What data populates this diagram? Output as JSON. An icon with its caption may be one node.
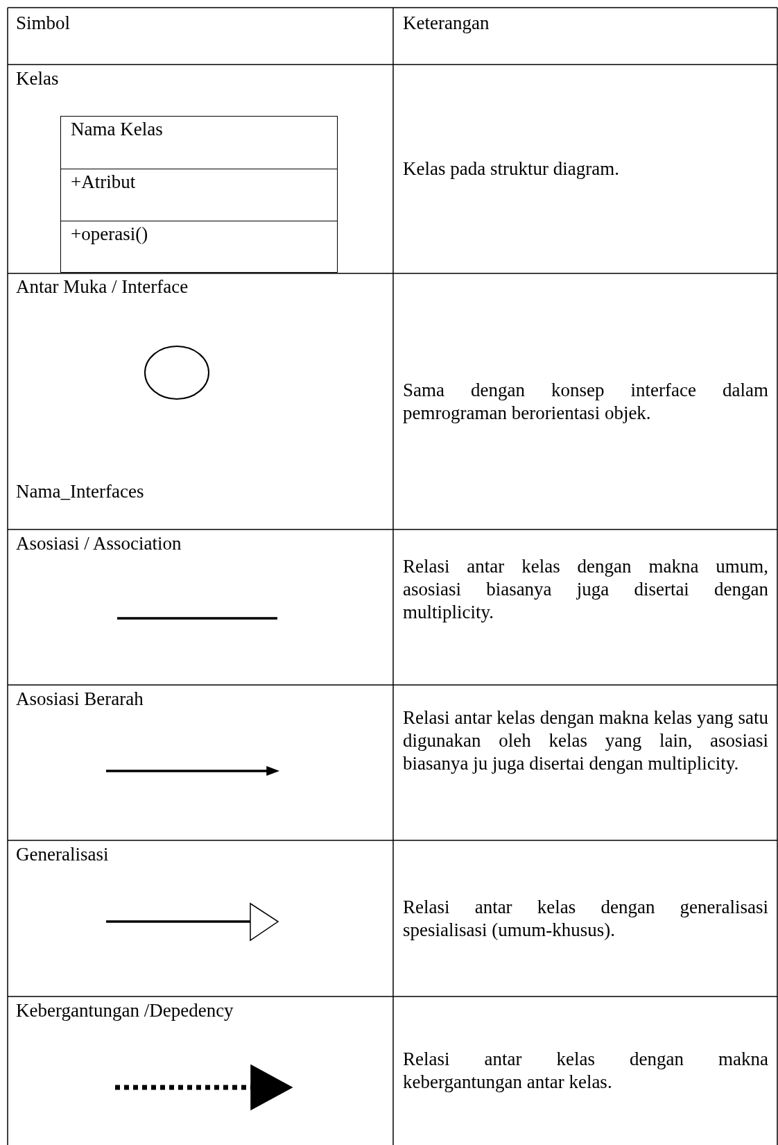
{
  "diagram": {
    "nodes": [
      {
        "text": [
          "Nama Kelas",
          "+Atribut",
          "+operasi()"
        ]
      },
      {
        "text": [],
        "shape": "circle"
      }
    ],
    "labels": [
      "Simbol",
      "Keterangan",
      "Kelas",
      "Kelas pada struktur diagram.",
      "Antar Muka / Interface",
      "Nama_Interfaces",
      "Sama dengan konsep interface dalam pemrograman berorientasi objek.",
      "Asosiasi / Association",
      "Relasi antar kelas dengan makna umum, asosiasi biasanya juga disertai dengan multiplicity.",
      "Asosiasi Berarah",
      "Relasi antar kelas dengan makna kelas yang satu digunakan oleh kelas yang lain, asosiasi biasanya ju juga disertai dengan multiplicity.",
      "Generalisasi",
      "Relasi antar kelas dengan generalisasi spesialisasi (umum-khusus).",
      "Kebergantungan /Depedency",
      "Relasi antar kelas dengan makna kebergantungan antar kelas."
    ]
  }
}
